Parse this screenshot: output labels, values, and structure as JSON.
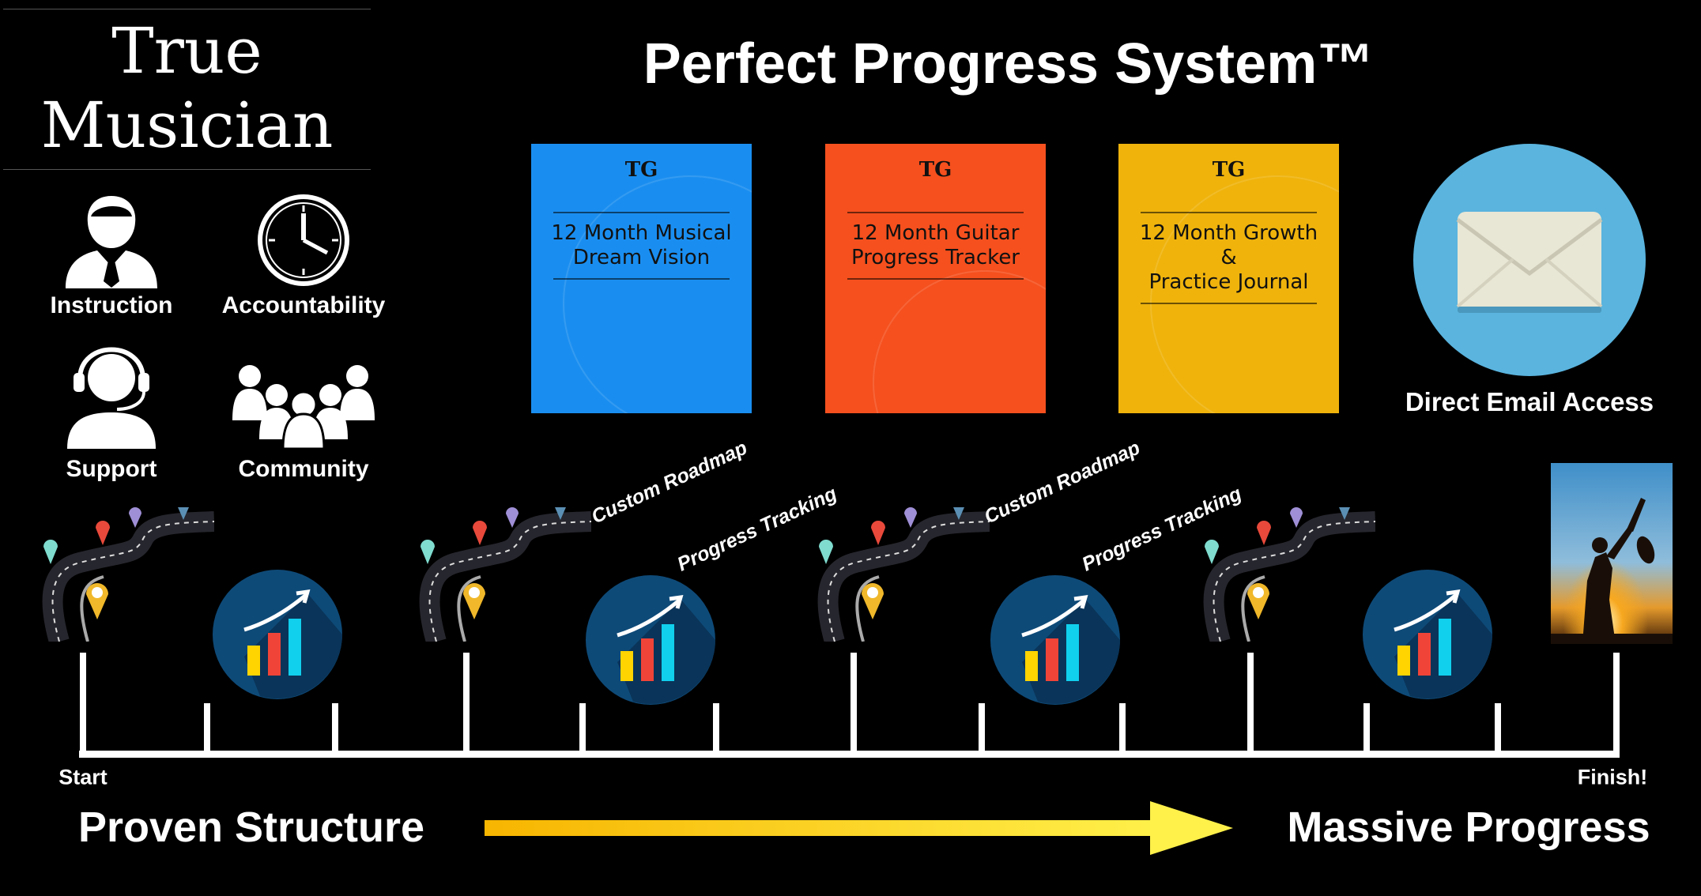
{
  "brand": {
    "line1": "True",
    "line2": "Musician"
  },
  "features": [
    {
      "label": "Instruction",
      "icon": "instructor-icon"
    },
    {
      "label": "Accountability",
      "icon": "clock-icon"
    },
    {
      "label": "Support",
      "icon": "headset-icon"
    },
    {
      "label": "Community",
      "icon": "community-icon"
    }
  ],
  "title": "Perfect Progress System™",
  "books": [
    {
      "logo": "TG",
      "lines": [
        "12 Month Musical",
        "Dream Vision"
      ],
      "color": "#1a8ef0"
    },
    {
      "logo": "TG",
      "lines": [
        "12 Month Guitar",
        "Progress Tracker"
      ],
      "color": "#f5501e"
    },
    {
      "logo": "TG",
      "lines": [
        "12 Month Growth",
        "&",
        "Practice Journal"
      ],
      "color": "#efb30c"
    }
  ],
  "email": {
    "label": "Direct Email Access",
    "circle_color": "#5ab4de"
  },
  "timeline": {
    "milestones": [
      "Custom Roadmap",
      "Progress Tracking",
      "Custom Roadmap",
      "Progress Tracking"
    ],
    "start": "Start",
    "finish": "Finish!"
  },
  "footer": {
    "left": "Proven Structure",
    "right": "Massive Progress"
  }
}
